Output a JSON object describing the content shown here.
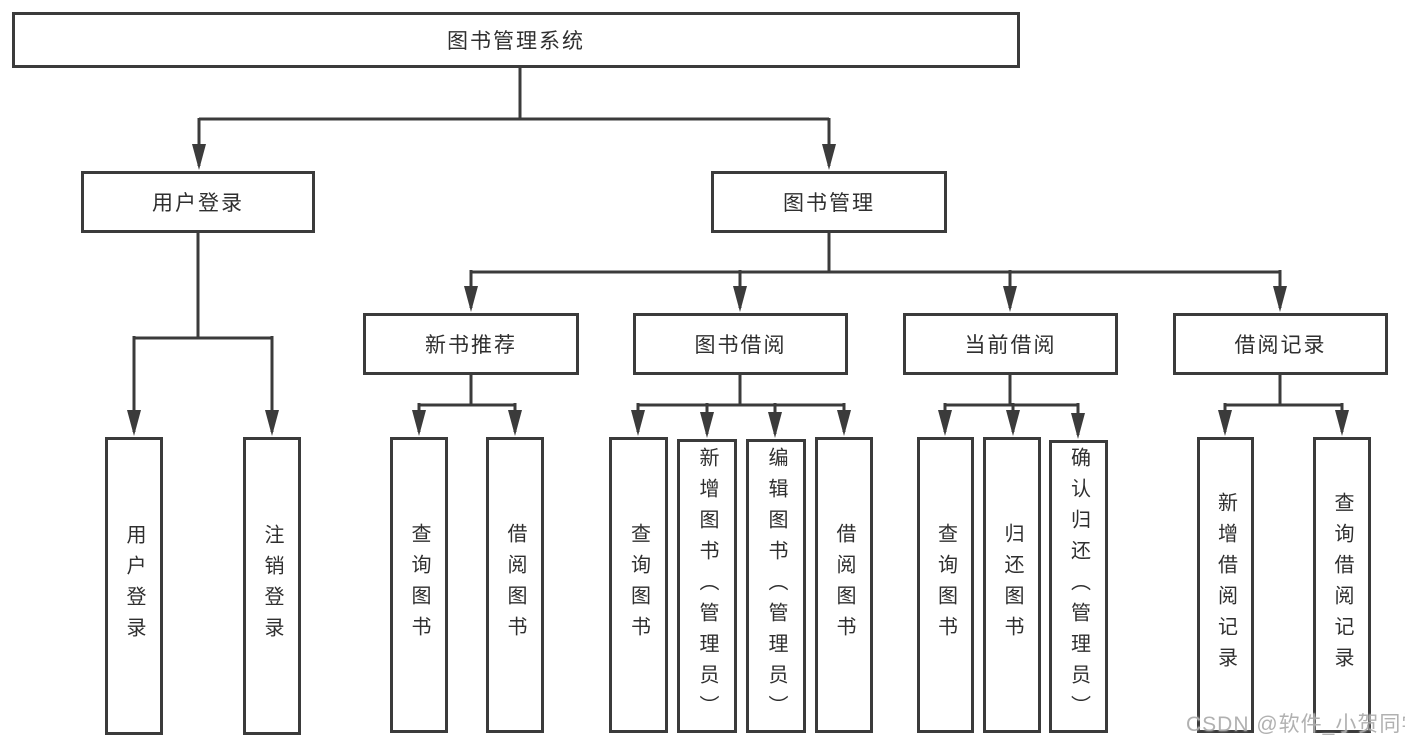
{
  "diagram": {
    "root": {
      "label": "图书管理系统"
    },
    "branches": [
      {
        "label": "用户登录",
        "children": [
          {
            "label": "用户登录"
          },
          {
            "label": "注销登录"
          }
        ]
      },
      {
        "label": "图书管理",
        "children": [
          {
            "label": "新书推荐",
            "children": [
              {
                "label": "查询图书"
              },
              {
                "label": "借阅图书"
              }
            ]
          },
          {
            "label": "图书借阅",
            "children": [
              {
                "label": "查询图书"
              },
              {
                "label": "新增图书（管理员）"
              },
              {
                "label": "编辑图书（管理员）"
              },
              {
                "label": "借阅图书"
              }
            ]
          },
          {
            "label": "当前借阅",
            "children": [
              {
                "label": "查询图书"
              },
              {
                "label": "归还图书"
              },
              {
                "label": "确认归还（管理员）"
              }
            ]
          },
          {
            "label": "借阅记录",
            "children": [
              {
                "label": "新增借阅记录"
              },
              {
                "label": "查询借阅记录"
              }
            ]
          }
        ]
      }
    ]
  },
  "watermark": "CSDN @软件_小贺同学",
  "colors": {
    "line": "#3b3b3b",
    "text": "#2f2f2f",
    "watermark": "#a8a8a8",
    "background": "#ffffff"
  }
}
